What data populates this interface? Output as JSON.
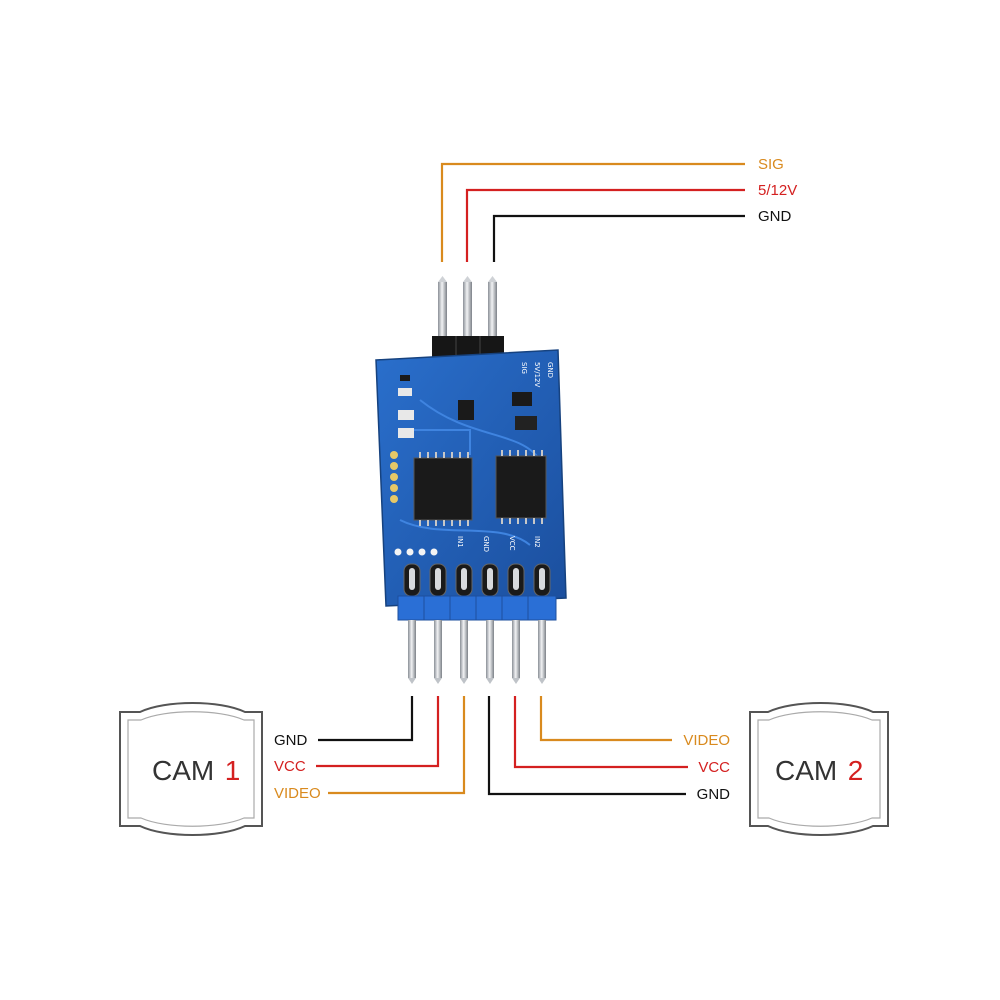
{
  "colors": {
    "sig": "#d98a1e",
    "power": "#d42020",
    "gnd": "#111111",
    "board": "#1f5fb5",
    "connector": "#2a6fd6",
    "label_gray": "#333333"
  },
  "top_connector": {
    "labels": [
      {
        "text": "SIG",
        "color_key": "sig"
      },
      {
        "text": "5/12V",
        "color_key": "power"
      },
      {
        "text": "GND",
        "color_key": "gnd"
      }
    ]
  },
  "board_silkscreen": {
    "top": [
      "GND",
      "5V/12V",
      "SIG"
    ],
    "bottom": [
      "IN1",
      "GND",
      "VCC",
      "IN2"
    ]
  },
  "cam1": {
    "name": "CAM",
    "number": "1",
    "wires": [
      {
        "text": "GND",
        "color_key": "gnd"
      },
      {
        "text": "VCC",
        "color_key": "power"
      },
      {
        "text": "VIDEO",
        "color_key": "sig"
      }
    ]
  },
  "cam2": {
    "name": "CAM",
    "number": "2",
    "wires": [
      {
        "text": "VIDEO",
        "color_key": "sig"
      },
      {
        "text": "VCC",
        "color_key": "power"
      },
      {
        "text": "GND",
        "color_key": "gnd"
      }
    ]
  }
}
